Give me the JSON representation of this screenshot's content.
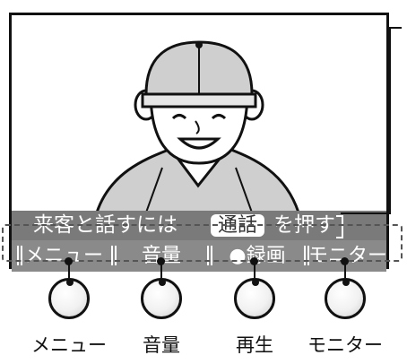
{
  "screen": {
    "call_hint_prefix": "来客と話すには",
    "call_button_label": "通話",
    "call_hint_suffix": "を押す"
  },
  "menu_bar": {
    "items": [
      {
        "label": "メニュー"
      },
      {
        "label": "音量"
      },
      {
        "label": "●録画"
      },
      {
        "label": "モニター"
      }
    ]
  },
  "knobs": [
    {
      "label": "メニュー"
    },
    {
      "label": "音量"
    },
    {
      "label": "再生"
    },
    {
      "label": "モニター"
    }
  ],
  "colors": {
    "overlay_bar": "#7a7a7a",
    "menu_bar": "#8a8a8a",
    "outline": "#111111"
  }
}
